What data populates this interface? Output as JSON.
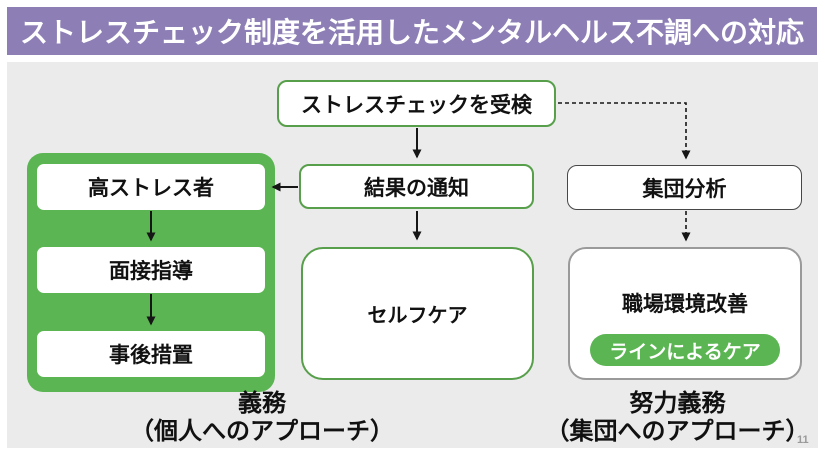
{
  "header": {
    "title": "ストレスチェック制度を活用したメンタルヘルス不調への対応"
  },
  "flow": {
    "receive": "ストレスチェックを受検",
    "result_notice": "結果の通知",
    "high_stress": "高ストレス者",
    "interview": "面接指導",
    "post_measures": "事後措置",
    "self_care": "セルフケア",
    "group_analysis": "集団分析",
    "workplace_improvement": "職場環境改善",
    "line_care": "ラインによるケア"
  },
  "footers": {
    "duty_line1": "義務",
    "duty_line2": "（個人へのアプローチ）",
    "effort_line1": "努力義務",
    "effort_line2": "（集団へのアプローチ）"
  },
  "page_number": "11",
  "colors": {
    "header_purple": "#8d7fb5",
    "green_fill": "#5ab552",
    "green_border": "#579f4b",
    "gray_border": "#9a9a9a",
    "dark_border": "#474747",
    "panel_bg": "#ebebeb",
    "arrow": "#161616"
  }
}
